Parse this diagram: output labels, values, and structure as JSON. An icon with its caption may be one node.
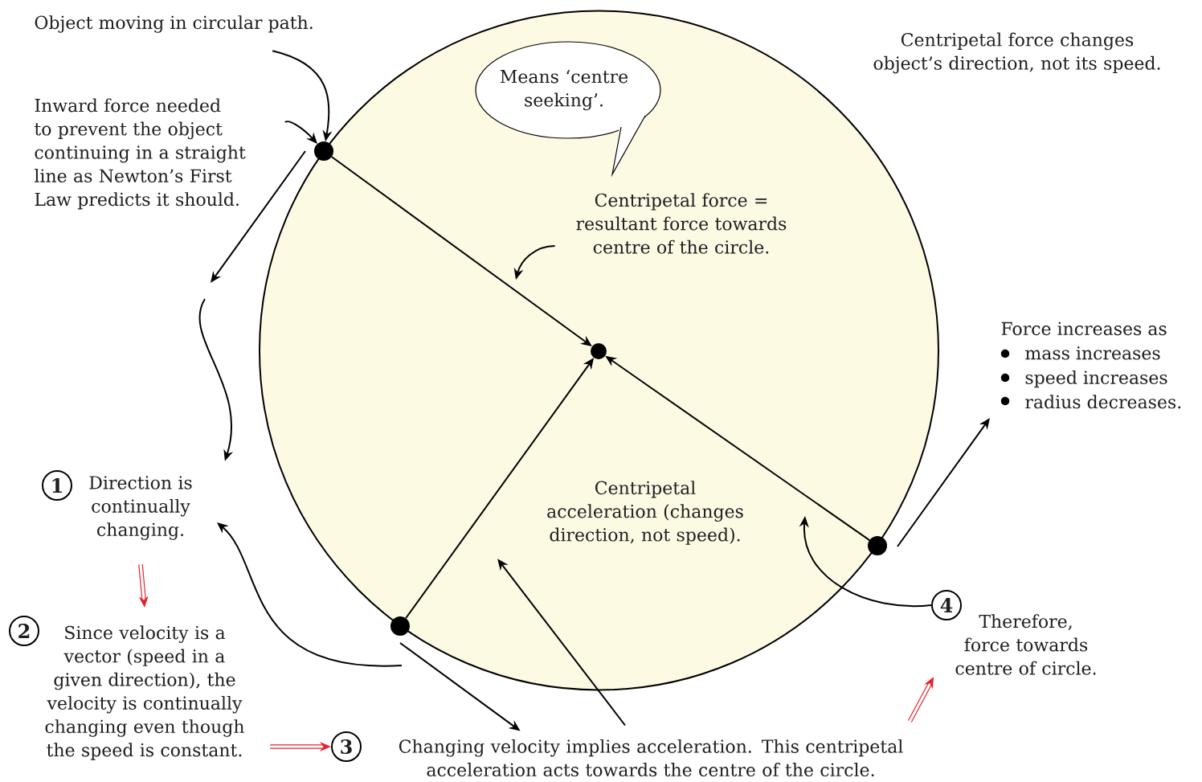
{
  "diagram": {
    "nodes": [
      {
        "text": [],
        "shape": "circle"
      },
      {
        "text": [
          "Object moving in circular path."
        ]
      },
      {
        "text": [
          "Inward force needed to prevent the object continuing in a straight line as Newton’s First Law predicts it should."
        ]
      },
      {
        "text": [
          "Means ‘centre seeking’."
        ],
        "in": 0
      },
      {
        "text": [
          "Centripetal force changes object’s direction, not its speed."
        ]
      },
      {
        "text": [],
        "shape": "circle"
      },
      {
        "text": [],
        "shape": "circle",
        "in": 0
      },
      {
        "text": [
          "Centripetal force = resultant force towards centre of the circle."
        ],
        "in": 0
      },
      {
        "text": [
          "Force increases as",
          "mass increases",
          "speed increases",
          "radius decreases."
        ]
      },
      {
        "text": [
          "1"
        ]
      },
      {
        "text": [
          "Direction is continually changing."
        ]
      },
      {
        "text": [
          "2"
        ]
      },
      {
        "text": [
          "Since velocity is a vector (speed in a given direction), the velocity is continually changing even though the speed is constant."
        ]
      },
      {
        "text": [
          "3"
        ]
      },
      {
        "text": [
          "Changing velocity implies acceleration. This centripetal acceleration acts towards the centre of the circle."
        ]
      },
      {
        "text": [
          "4"
        ]
      },
      {
        "text": [
          "Therefore, force towards centre of circle."
        ]
      },
      {
        "text": [],
        "shape": "circle"
      },
      {
        "text": [],
        "shape": "circle"
      },
      {
        "text": [
          "Centripetal acceleration (changes direction, not speed)."
        ],
        "in": 0
      }
    ],
    "edges": [
      {
        "from": 1,
        "to": 5,
        "arrow": "to"
      },
      {
        "from": 2,
        "to": 5,
        "arrow": "to"
      },
      {
        "from": 5,
        "to": 6,
        "arrow": "to"
      },
      {
        "from": 17,
        "to": 6,
        "arrow": "to"
      },
      {
        "from": 18,
        "to": 6,
        "arrow": "to"
      },
      {
        "from": 7,
        "to": null,
        "arrow": "to"
      },
      {
        "from": null,
        "to": 10,
        "arrow": "to"
      },
      {
        "from": null,
        "to": 10,
        "arrow": "to"
      },
      {
        "from": 10,
        "to": 12,
        "arrow": "to",
        "style": "thick",
        "color": "#e8202a"
      },
      {
        "from": 12,
        "to": 13,
        "arrow": "to",
        "style": "thick",
        "color": "#e8202a"
      },
      {
        "from": 14,
        "to": 19,
        "arrow": "to"
      },
      {
        "from": 14,
        "to": 16,
        "arrow": "to",
        "style": "thick",
        "color": "#e8202a"
      },
      {
        "from": 15,
        "to": null,
        "arrow": "to"
      },
      {
        "from": 17,
        "to": 14,
        "arrow": "to"
      }
    ]
  }
}
